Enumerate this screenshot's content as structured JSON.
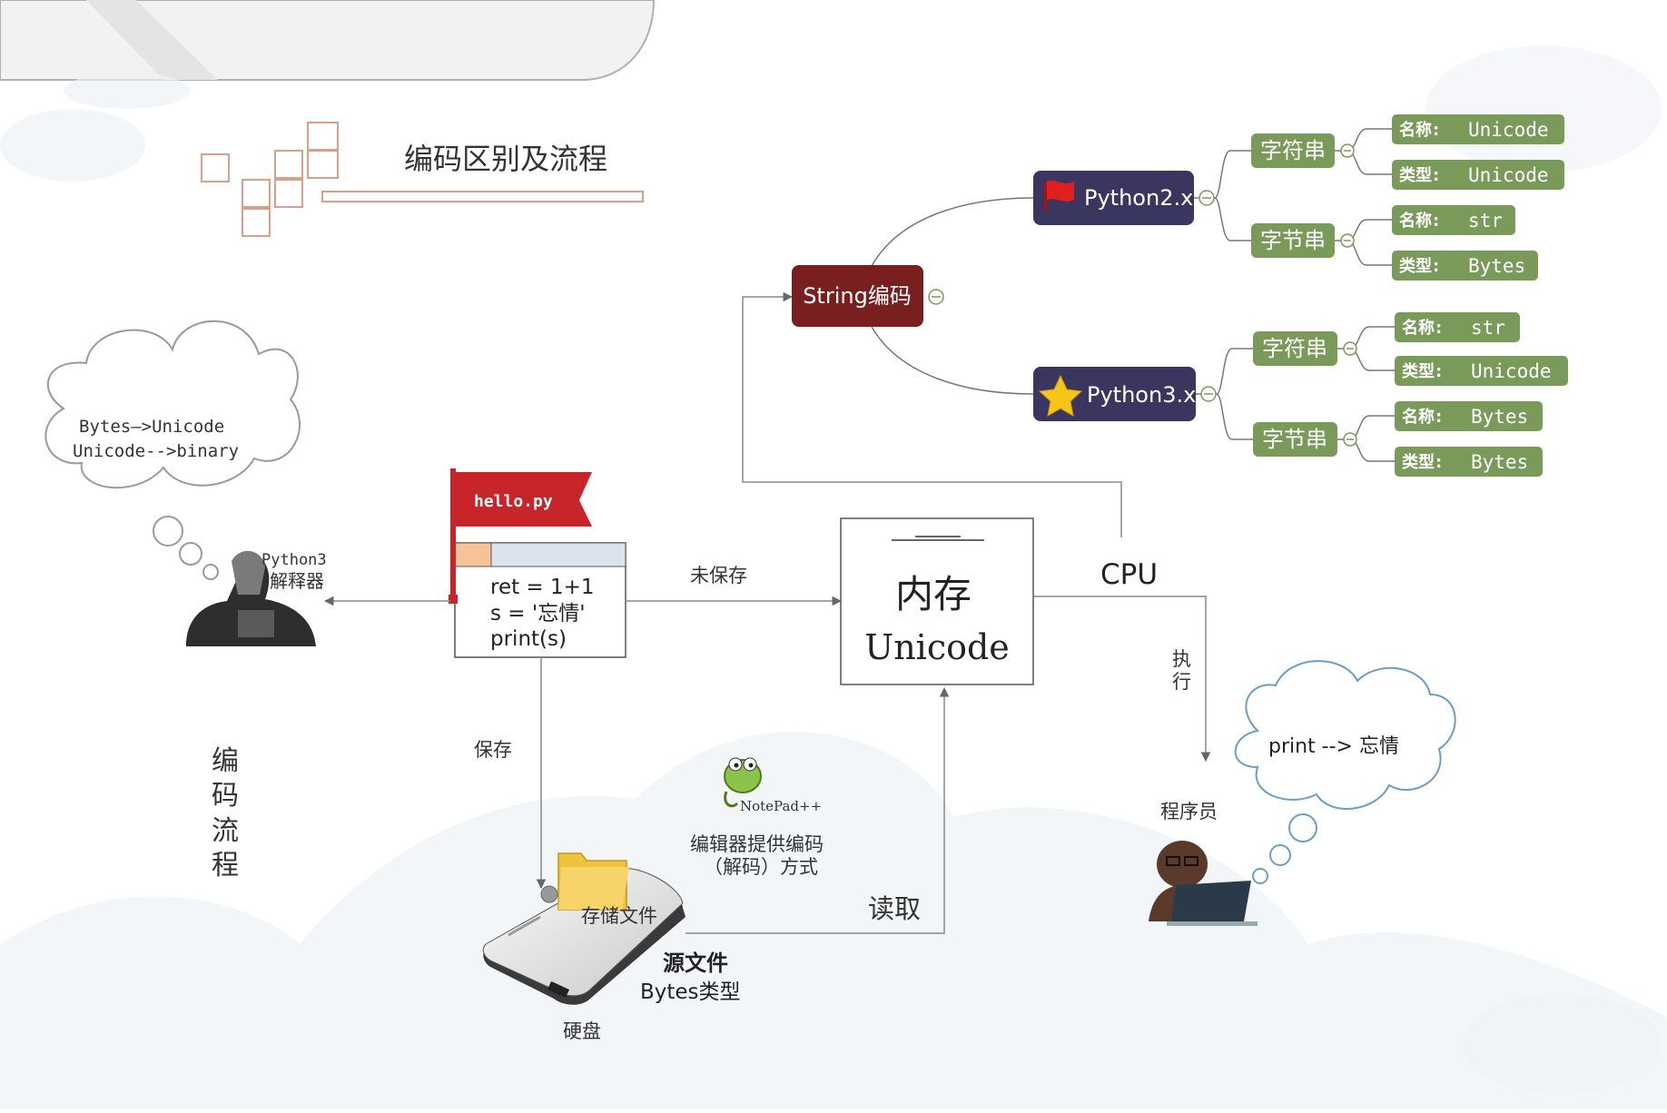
{
  "title": "编码区别及流程",
  "vertical_title": [
    "编",
    "码",
    "流",
    "程"
  ],
  "interpreter": {
    "thought_line1": "Bytes—>Unicode",
    "thought_line2": "Unicode-->binary",
    "label_line1": "Python3",
    "label_line2": "解释器"
  },
  "source_file": {
    "flag_label": "hello.py",
    "code": [
      "ret = 1+1",
      "s = '忘情'",
      "print(s)"
    ]
  },
  "arrows": {
    "unsaved": "未保存",
    "save": "保存",
    "read": "读取",
    "cpu": "CPU",
    "execute": "执行"
  },
  "memory": {
    "line1": "内存",
    "line2": "Unicode"
  },
  "disk": {
    "folder_label": "存储文件",
    "caption_line1": "源文件",
    "caption_line2": "Bytes类型",
    "label": "硬盘"
  },
  "editor": {
    "logo": "NotePad++",
    "note_line1": "编辑器提供编码",
    "note_line2": "（解码）方式"
  },
  "programmer": {
    "label": "程序员",
    "thought": "print --> 忘情"
  },
  "mindmap": {
    "root": "String编码",
    "branches": [
      {
        "label": "Python2.x",
        "icon": "flag-icon",
        "children": [
          {
            "label": "字符串",
            "leaves": [
              {
                "key": "名称",
                "value": "Unicode"
              },
              {
                "key": "类型",
                "value": "Unicode"
              }
            ]
          },
          {
            "label": "字节串",
            "leaves": [
              {
                "key": "名称",
                "value": "str"
              },
              {
                "key": "类型",
                "value": "Bytes"
              }
            ]
          }
        ]
      },
      {
        "label": "Python3.x",
        "icon": "star-icon",
        "children": [
          {
            "label": "字符串",
            "leaves": [
              {
                "key": "名称",
                "value": "str"
              },
              {
                "key": "类型",
                "value": "Unicode"
              }
            ]
          },
          {
            "label": "字节串",
            "leaves": [
              {
                "key": "名称",
                "value": "Bytes"
              },
              {
                "key": "类型",
                "value": "Bytes"
              }
            ]
          }
        ]
      }
    ]
  },
  "colors": {
    "root": "#7a1f1f",
    "branch": "#3b3660",
    "node": "#7a9a5a",
    "leaf": "#7a9a5a",
    "flag": "#c8252b",
    "title_deco": "#d9a089",
    "cloud_bg": "#e8eef4"
  }
}
